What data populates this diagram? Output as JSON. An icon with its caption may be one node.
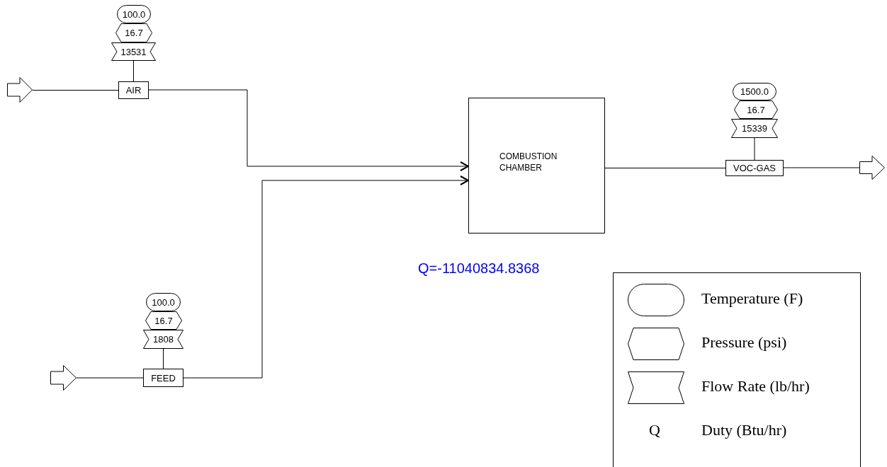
{
  "diagram": {
    "nodes": [
      {
        "text": [],
        "shape": "arrow"
      },
      {
        "text": [
          "100.0"
        ]
      },
      {
        "text": [
          "16.7"
        ]
      },
      {
        "text": [
          "13531"
        ]
      },
      {
        "text": [
          "AIR"
        ]
      },
      {
        "text": [],
        "shape": "arrow"
      },
      {
        "text": [
          "100.0"
        ]
      },
      {
        "text": [
          "16.7"
        ]
      },
      {
        "text": [
          "1808"
        ]
      },
      {
        "text": [
          "FEED"
        ]
      },
      {
        "text": [
          "COMBUSTION CHAMBER"
        ],
        "beside": [
          "Q=-11040834.8368"
        ]
      },
      {
        "text": [
          "1500.0"
        ]
      },
      {
        "text": [
          "16.7"
        ]
      },
      {
        "text": [
          "15339"
        ]
      },
      {
        "text": [
          "VOC-GAS"
        ]
      },
      {
        "text": [],
        "shape": "arrow"
      }
    ],
    "edges": [
      {
        "from": 0,
        "to": 4,
        "arrow": "none"
      },
      {
        "from": 4,
        "to": 10,
        "arrow": "to"
      },
      {
        "from": 5,
        "to": 9,
        "arrow": "none"
      },
      {
        "from": 9,
        "to": 10,
        "arrow": "to"
      },
      {
        "from": 10,
        "to": 14,
        "arrow": "none"
      },
      {
        "from": 14,
        "to": 15,
        "arrow": "none"
      },
      {
        "from": 3,
        "to": 4,
        "arrow": "none"
      },
      {
        "from": 8,
        "to": 9,
        "arrow": "none"
      },
      {
        "from": 13,
        "to": 14,
        "arrow": "none"
      }
    ],
    "labels": [
      "Q"
    ],
    "legend": [
      {
        "text": "Temperature (F)"
      },
      {
        "text": "Pressure (psi)"
      },
      {
        "text": "Flow Rate (lb/hr)"
      },
      {
        "text": "Duty (Btu/hr)"
      }
    ]
  }
}
